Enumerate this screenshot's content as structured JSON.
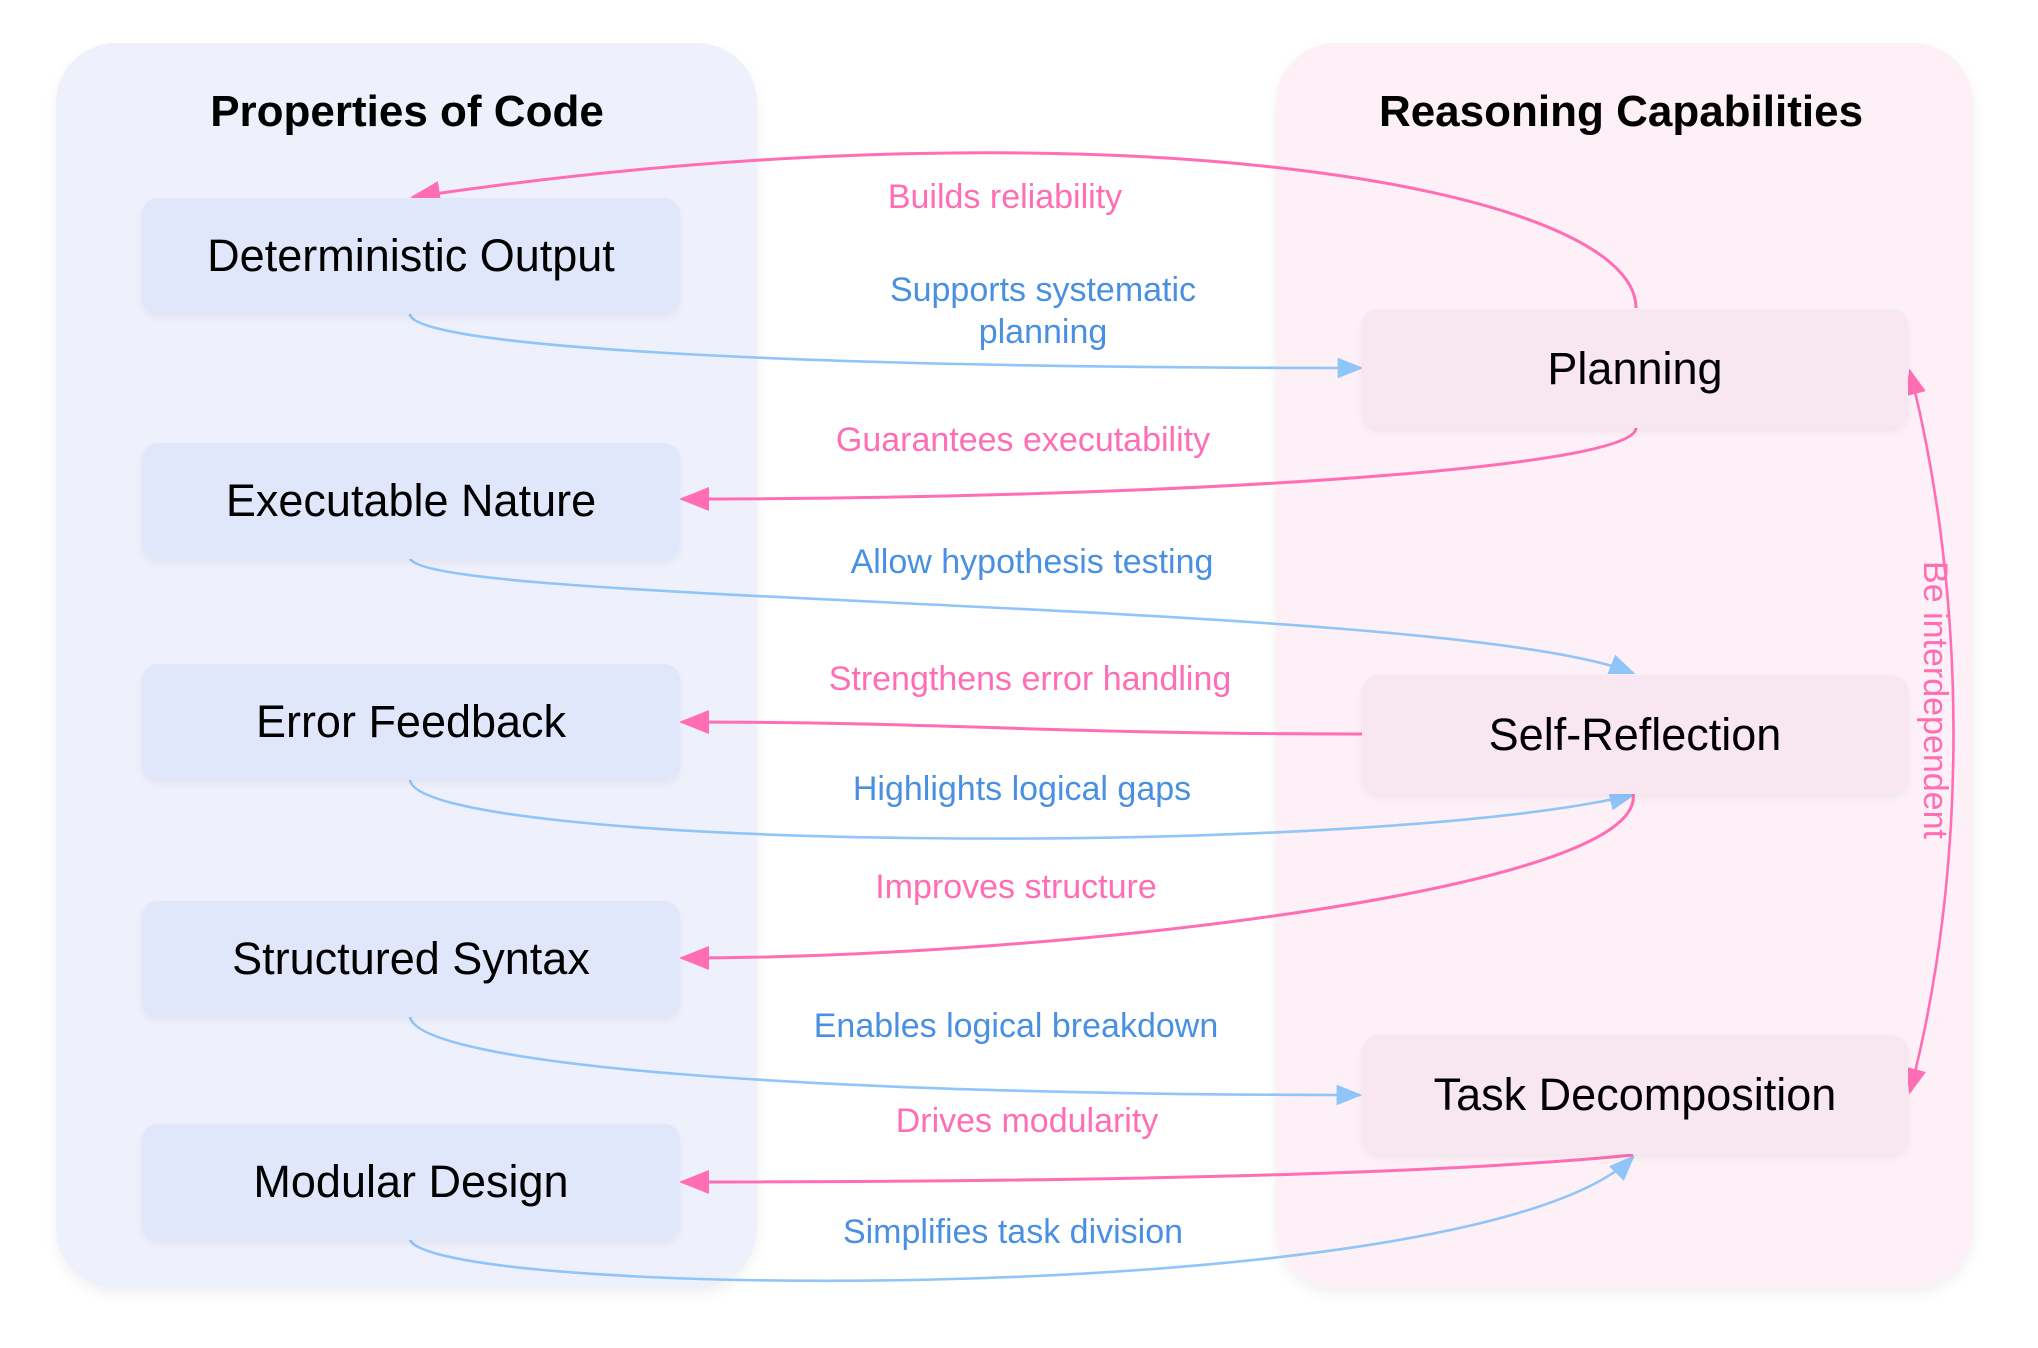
{
  "colors": {
    "pink_edge": "#FF6EB4",
    "blue_edge": "#90C5FA",
    "blue_label": "#4A90E2",
    "pink_label": "#FF6EB4",
    "left_panel_bg": "#EEF0FC",
    "left_node_bg": "#E1E7FA",
    "right_panel_bg": "#FDF0F6",
    "right_node_bg": "#F8E6F0"
  },
  "left_panel": {
    "title": "Properties of Code",
    "nodes": [
      {
        "id": "deterministic",
        "label": "Deterministic Output"
      },
      {
        "id": "executable",
        "label": "Executable Nature"
      },
      {
        "id": "error",
        "label": "Error Feedback"
      },
      {
        "id": "structured",
        "label": "Structured Syntax"
      },
      {
        "id": "modular",
        "label": "Modular Design"
      }
    ]
  },
  "right_panel": {
    "title": "Reasoning Capabilities",
    "nodes": [
      {
        "id": "planning",
        "label": "Planning"
      },
      {
        "id": "self_reflection",
        "label": "Self-Reflection"
      },
      {
        "id": "task_decomposition",
        "label": "Task Decomposition"
      }
    ]
  },
  "edges": [
    {
      "from": "Planning",
      "to": "Deterministic Output",
      "color": "pink",
      "label": "Builds reliability"
    },
    {
      "from": "Deterministic Output",
      "to": "Planning",
      "color": "blue",
      "label": "Supports systematic planning",
      "label_lines": [
        "Supports systematic",
        "planning"
      ]
    },
    {
      "from": "Planning",
      "to": "Executable Nature",
      "color": "pink",
      "label": "Guarantees executability"
    },
    {
      "from": "Executable Nature",
      "to": "Self-Reflection",
      "color": "blue",
      "label": "Allow hypothesis testing"
    },
    {
      "from": "Self-Reflection",
      "to": "Error Feedback",
      "color": "pink",
      "label": "Strengthens error handling"
    },
    {
      "from": "Error Feedback",
      "to": "Self-Reflection",
      "color": "blue",
      "label": "Highlights logical gaps"
    },
    {
      "from": "Self-Reflection",
      "to": "Structured Syntax",
      "color": "pink",
      "label": "Improves structure"
    },
    {
      "from": "Structured Syntax",
      "to": "Task Decomposition",
      "color": "blue",
      "label": "Enables logical breakdown"
    },
    {
      "from": "Task Decomposition",
      "to": "Modular Design",
      "color": "pink",
      "label": "Drives modularity"
    },
    {
      "from": "Modular Design",
      "to": "Task Decomposition",
      "color": "blue",
      "label": "Simplifies task division"
    },
    {
      "from": "Planning",
      "to": "Task Decomposition",
      "color": "pink",
      "label": "Be interdependent",
      "bidirectional": true
    }
  ]
}
